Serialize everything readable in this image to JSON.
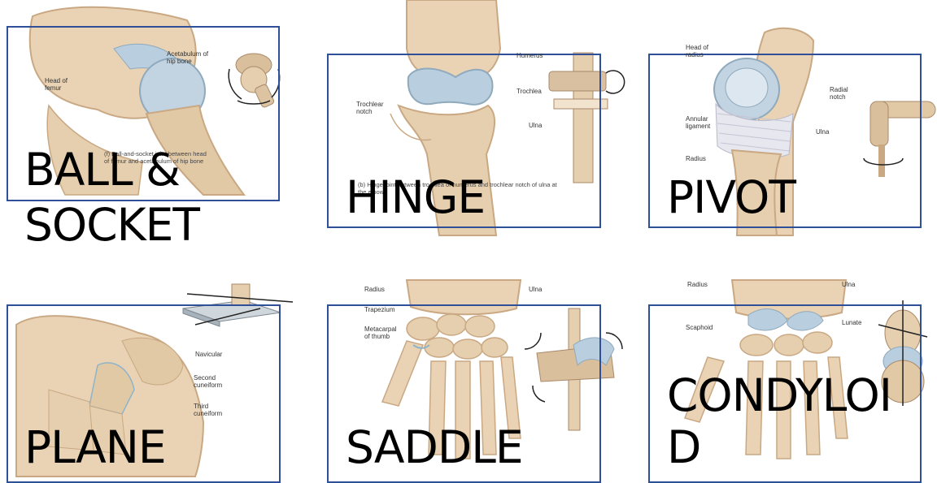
{
  "panels": {
    "ball": {
      "title_line1": "BALL &",
      "title_line2": "SOCKET",
      "label_acetabulum": "Acetabulum of hip bone",
      "label_head_femur": "Head of femur",
      "caption": "(f) Ball-and-socket joint between head of femur and acetabulum of hip bone"
    },
    "hinge": {
      "title": "HINGE",
      "label_humerus": "Humerus",
      "label_trochlea": "Trochlea",
      "label_trochlear_notch": "Trochlear notch",
      "label_ulna": "Ulna",
      "caption": "(b) Hinge joint between trochlea of humerus and trochlear notch of ulna at the elbow"
    },
    "pivot": {
      "title": "PIVOT",
      "label_head_radius": "Head of radius",
      "label_radial_notch": "Radial notch",
      "label_annular": "Annular ligament",
      "label_ulna": "Ulna",
      "label_radius": "Radius"
    },
    "plane": {
      "title": "PLANE",
      "label_navicular": "Navicular",
      "label_second": "Second cuneiform",
      "label_third": "Third cuneiform"
    },
    "saddle": {
      "title": "SADDLE",
      "label_radius": "Radius",
      "label_ulna": "Ulna",
      "label_trapezium": "Trapezium",
      "label_metacarpal": "Metacarpal of thumb"
    },
    "condyloid": {
      "title_line1": "CONDYLOI",
      "title_line2": "D",
      "label_radius": "Radius",
      "label_ulna": "Ulna",
      "label_scaphoid": "Scaphoid",
      "label_lunate": "Lunate"
    }
  },
  "colors": {
    "frame": "#2f4f99",
    "bone": "#e9d3b4",
    "bone_dark": "#c9a883",
    "cartilage": "#a9c3d6"
  }
}
